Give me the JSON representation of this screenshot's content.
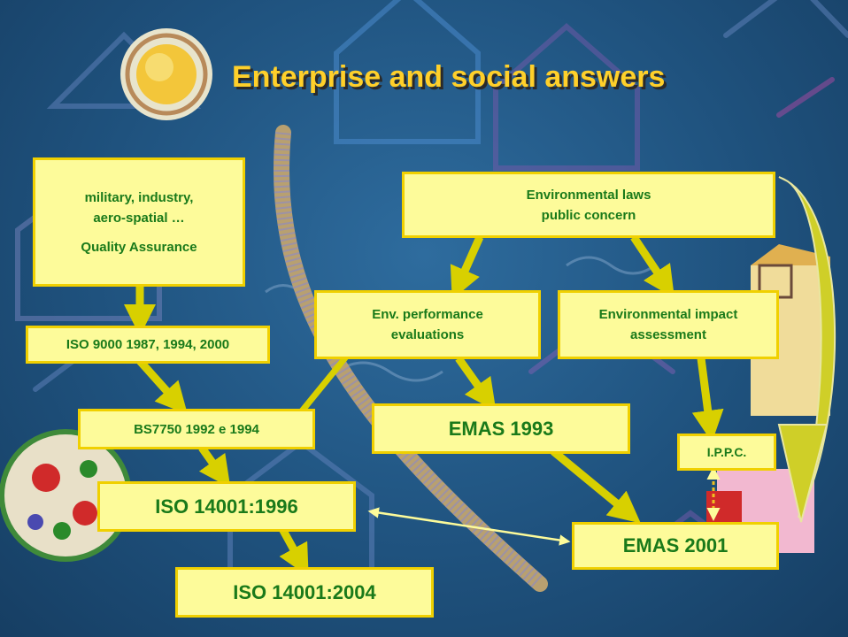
{
  "slide": {
    "title": "Enterprise and social answers",
    "boxes": {
      "quality_line1": "military, industry,",
      "quality_line2": "aero-spatial …",
      "quality_line3": "Quality Assurance",
      "iso9000": "ISO 9000 1987, 1994, 2000",
      "bs7750": "BS7750 1992 e 1994",
      "iso14001_1996": "ISO 14001:1996",
      "iso14001_2004": "ISO 14001:2004",
      "env_laws_line1": "Environmental laws",
      "env_laws_line2": "public concern",
      "env_perf_line1": "Env. performance",
      "env_perf_line2": "evaluations",
      "env_impact_line1": "Environmental impact",
      "env_impact_line2": "assessment",
      "emas1993": "EMAS 1993",
      "emas2001": "EMAS 2001",
      "ippc": "I.P.P.C."
    }
  },
  "colors": {
    "box_fill": "#fdfb9a",
    "box_border": "#f0d000",
    "box_text": "#1a7a1a",
    "title": "#ffd02a",
    "arrow": "#d8d000",
    "background": "#1f527e"
  }
}
